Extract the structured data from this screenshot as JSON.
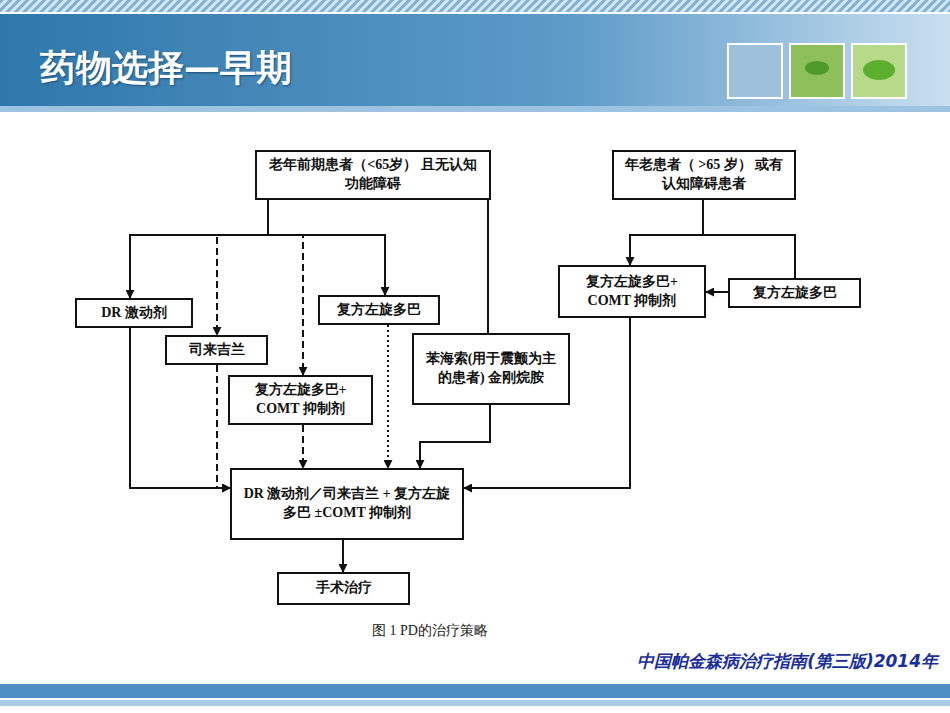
{
  "diagram": {
    "title": "药物选择—早期",
    "caption": "图 1 PD的治疗策略",
    "nodes": [
      {
        "text": [
          "老年前期患者（<65岁） 且无认知功能障碍"
        ]
      },
      {
        "text": [
          "年老患者（ >65 岁） 或有认知障碍患者"
        ]
      },
      {
        "text": [
          "DR 激动剂"
        ]
      },
      {
        "text": [
          "司来吉兰"
        ]
      },
      {
        "text": [
          "复方左旋多巴"
        ]
      },
      {
        "text": [
          "复方左旋多巴+ COMT 抑制剂"
        ]
      },
      {
        "text": [
          "复方左旋多巴"
        ]
      },
      {
        "text": [
          "苯海索(用于震颤为主的患者) 金刚烷胺"
        ]
      },
      {
        "text": [
          "复方左旋多巴+ COMT 抑制剂"
        ]
      },
      {
        "text": [
          "DR 激动剂／司来吉兰 + 复方左旋多巴 ±COMT 抑制剂"
        ]
      },
      {
        "text": [
          "手术治疗"
        ]
      }
    ],
    "edges": [
      {
        "from": 0,
        "to": 2,
        "arrow": "to"
      },
      {
        "from": 0,
        "to": 3,
        "arrow": "to"
      },
      {
        "from": 0,
        "to": 8,
        "arrow": "to"
      },
      {
        "from": 0,
        "to": 4,
        "arrow": "to"
      },
      {
        "from": 0,
        "to": 7,
        "arrow": "none"
      },
      {
        "from": 1,
        "to": 5,
        "arrow": "to"
      },
      {
        "from": 1,
        "to": 6,
        "arrow": "none"
      },
      {
        "from": 6,
        "to": 5,
        "arrow": "to"
      },
      {
        "from": 2,
        "to": 9,
        "arrow": "to"
      },
      {
        "from": 3,
        "to": 9,
        "arrow": "to"
      },
      {
        "from": 8,
        "to": 9,
        "arrow": "to"
      },
      {
        "from": 4,
        "to": 9,
        "arrow": "to"
      },
      {
        "from": 7,
        "to": 9,
        "arrow": "to"
      },
      {
        "from": 5,
        "to": 9,
        "arrow": "to"
      },
      {
        "from": 9,
        "to": 10,
        "arrow": "to"
      }
    ],
    "labels": [
      "中国帕金森病治疗指南(第三版)2014年"
    ]
  }
}
